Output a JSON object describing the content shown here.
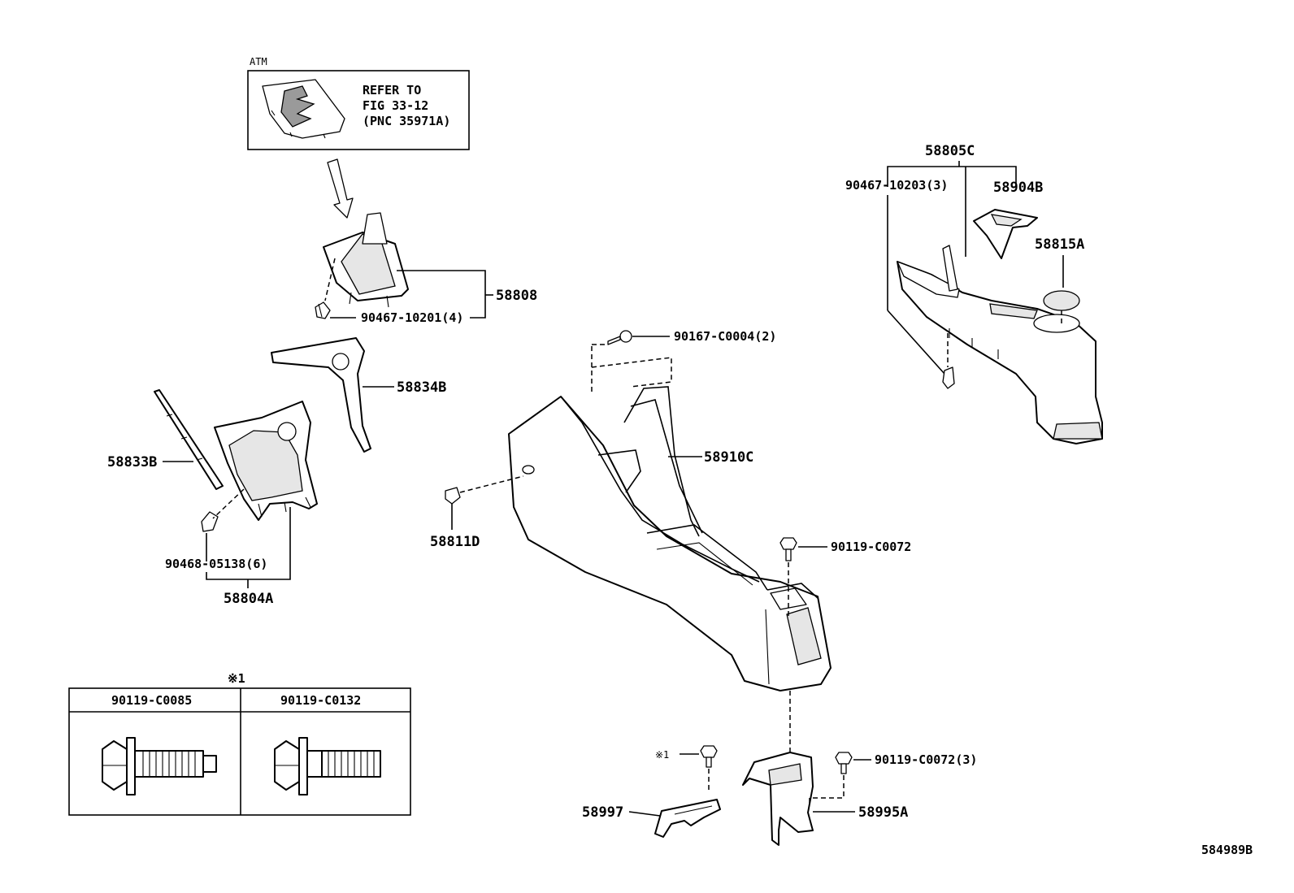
{
  "diagram": {
    "figure_code": "584989B",
    "atm_box": {
      "tag": "ATM",
      "note_line1": "REFER TO",
      "note_line2": "FIG 33-12",
      "note_line3": "(PNC 35971A)"
    },
    "labels": {
      "p58808": "58808",
      "p90467_10201": "90467-10201(4)",
      "p58834B": "58834B",
      "p58833B": "58833B",
      "p90468_05138": "90468-05138(6)",
      "p58804A": "58804A",
      "p90167_C0004": "90167-C0004(2)",
      "p58910C": "58910C",
      "p58811D": "58811D",
      "p90119_C0072": "90119-C0072",
      "p90119_C0072_3": "90119-C0072(3)",
      "p58995A": "58995A",
      "p58997": "58997",
      "ref_mark": "※1",
      "p58805C": "58805C",
      "p90467_10203": "90467-10203(3)",
      "p58904B": "58904B",
      "p58815A": "58815A"
    },
    "bolt_table": {
      "mark": "※1",
      "col1": "90119-C0085",
      "col2": "90119-C0132"
    }
  }
}
